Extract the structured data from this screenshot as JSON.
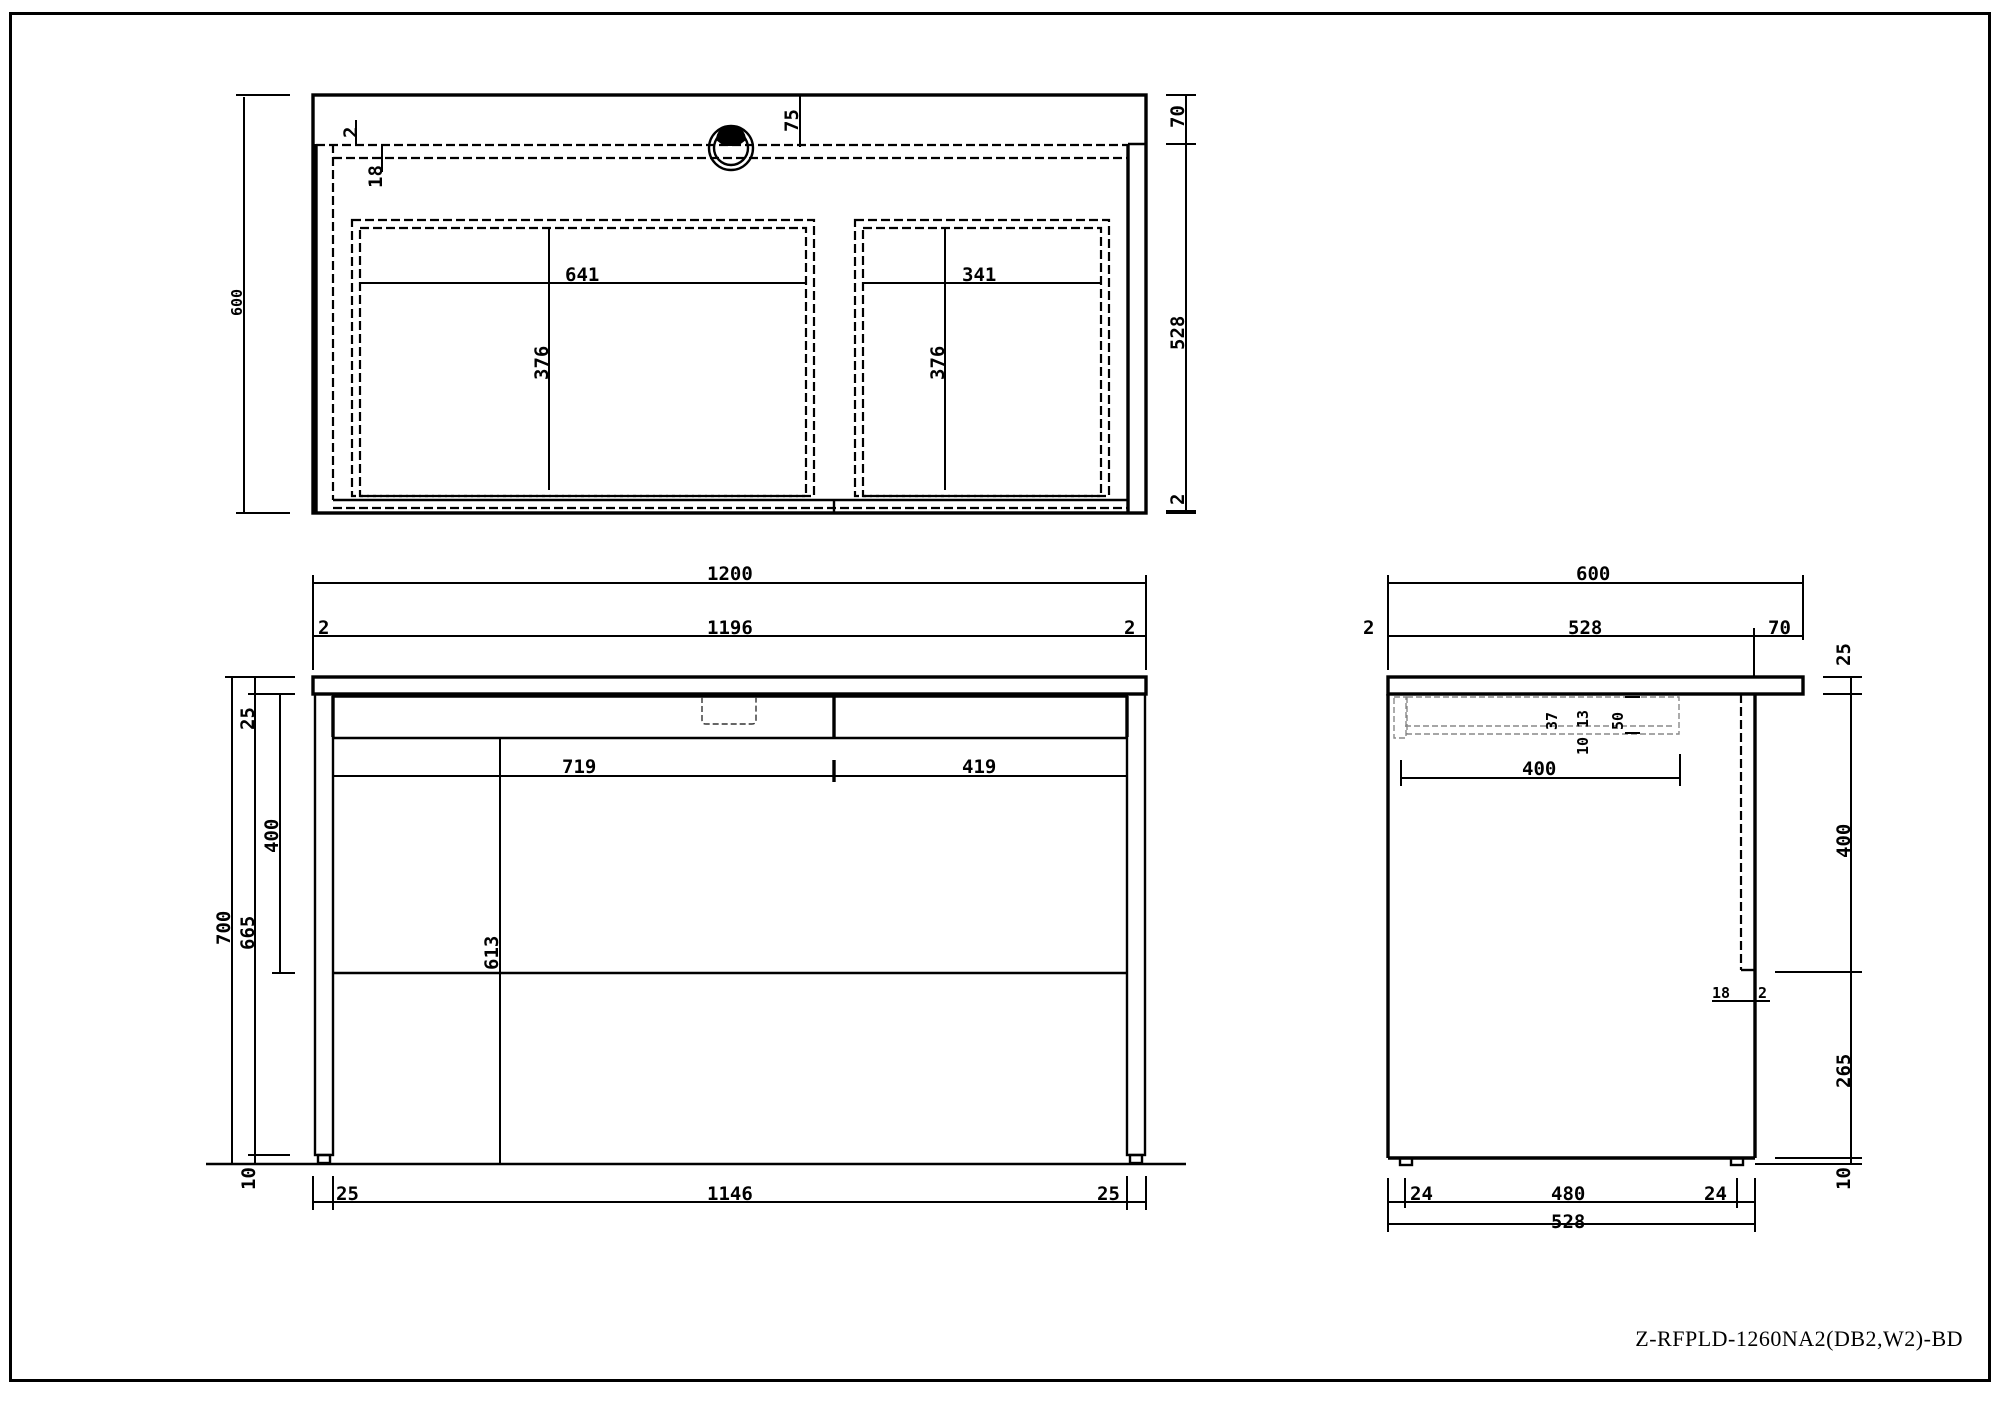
{
  "drawing": {
    "title_block": "Z-RFPLD-1260NA2(DB2,W2)-BD",
    "units": "mm",
    "colors": {
      "line": "#000000",
      "background": "#ffffff"
    }
  },
  "top_view": {
    "overall_depth": "600",
    "back_offset_70": "70",
    "inner_depth_528": "528",
    "front_gap_2": "2",
    "panel_gap_2": "2",
    "panel_thickness_18": "18",
    "grommet_offset_75": "75",
    "drawer_left_width": "641",
    "drawer_right_width": "341",
    "drawer_left_depth": "376",
    "drawer_right_depth": "376",
    "features": [
      "cable-grommet-icon"
    ]
  },
  "front_view": {
    "overall_width": "1200",
    "inner_width": "1196",
    "left_offset_2": "2",
    "right_offset_2": "2",
    "overall_height": "700",
    "top_thickness": "25",
    "apron_height": "400",
    "leg_height": "665",
    "knee_clearance": "613",
    "foot_height": "10",
    "drawer_left_opening": "719",
    "drawer_right_opening": "419",
    "leg_left_width": "25",
    "leg_right_width": "25",
    "between_legs": "1146"
  },
  "side_view": {
    "overall_depth": "600",
    "inner_depth": "528",
    "front_offset_2": "2",
    "rear_overhang": "70",
    "top_thickness": "25",
    "drawer_box_height_37": "37",
    "drawer_gap_10": "10",
    "drawer_gap_13": "13",
    "drawer_front_height_50": "50",
    "drawer_depth": "400",
    "panel_height": "400",
    "panel_thickness_18": "18",
    "panel_gap_2": "2",
    "floor_clearance": "265",
    "foot_height": "10",
    "foot_left_offset": "24",
    "between_feet": "480",
    "foot_right_offset": "24",
    "base_depth": "528"
  }
}
